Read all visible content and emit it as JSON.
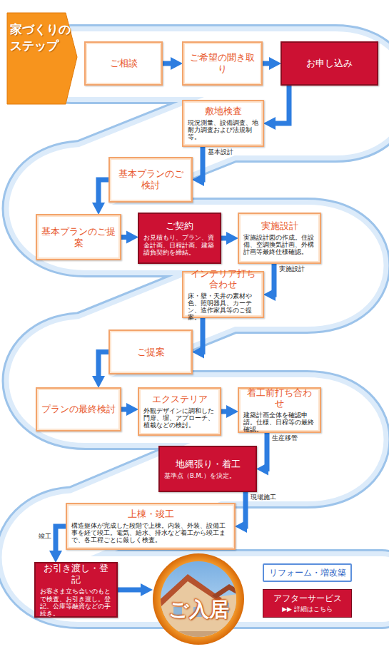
{
  "diagram": {
    "title": "家づくりの ステップ",
    "nodes": [
      {
        "text": [
          "ご相談"
        ]
      },
      {
        "text": [
          "ご希望の聞き取り"
        ]
      },
      {
        "text": [
          "お申し込み"
        ]
      },
      {
        "text": [
          "敷地検査",
          "現況測量、設備調査、地耐力調査および法規制等。"
        ]
      },
      {
        "text": [
          "基本プランのご検討"
        ]
      },
      {
        "text": [
          "基本プランのご提案"
        ]
      },
      {
        "text": [
          "ご契約",
          "お見積もり、プラン、資金計画、日程計画、建築請負契約を締結。"
        ]
      },
      {
        "text": [
          "実施設計",
          "実施設計図の作成。住設備、空調換気計画、外構計画等最終仕様確認。"
        ]
      },
      {
        "text": [
          "インテリア打ち合わせ",
          "床・壁・天井の素材や色、照明器具、カーテン、造作家具等のご提案。"
        ]
      },
      {
        "text": [
          "ご提案"
        ]
      },
      {
        "text": [
          "プランの最終検討"
        ]
      },
      {
        "text": [
          "エクステリア",
          "外観デザインに調和した門扉、塀、アプローチ、植栽などの検討。"
        ]
      },
      {
        "text": [
          "着工前打ち合わせ",
          "建築計画全体を確認申請。仕様、日程等の最終確認。"
        ]
      },
      {
        "text": [
          "地縄張り・着工",
          "基準点（B.M.）を決定。"
        ]
      },
      {
        "text": [
          "上棟・竣工",
          "構造躯体が完成した段階で上棟。内装、外装、設備工事を経て竣工。電気、給水、排水など着工から竣工まで、各工程ごとに厳しく検査。"
        ]
      },
      {
        "text": [
          "お引き渡し・登記",
          "お客さま立ち会いのもとで検査、お引き渡し。登記、公庫等融資などの手続き。"
        ]
      },
      {
        "text": [
          "ご入居"
        ]
      },
      {
        "text": [
          "リフォーム・増改築"
        ]
      },
      {
        "text": [
          "アフターサービス",
          "▶▶ 詳細はこちら"
        ]
      }
    ],
    "edges": [
      {
        "from": 0,
        "to": 1,
        "arrow": "to"
      },
      {
        "from": 1,
        "to": 2,
        "arrow": "to"
      },
      {
        "from": 2,
        "to": 3,
        "arrow": "to"
      },
      {
        "from": 3,
        "to": 4,
        "label": "基本設計",
        "arrow": "to"
      },
      {
        "from": 4,
        "to": 5,
        "arrow": "to"
      },
      {
        "from": 5,
        "to": 6,
        "arrow": "to"
      },
      {
        "from": 6,
        "to": 7,
        "arrow": "to"
      },
      {
        "from": 7,
        "to": 8,
        "label": "実施設計",
        "arrow": "to"
      },
      {
        "from": 8,
        "to": 9,
        "arrow": "to"
      },
      {
        "from": 9,
        "to": 10,
        "arrow": "to"
      },
      {
        "from": 10,
        "to": 11,
        "arrow": "to"
      },
      {
        "from": 11,
        "to": 12,
        "arrow": "to"
      },
      {
        "from": 12,
        "to": 13,
        "label": "生産移管",
        "arrow": "to"
      },
      {
        "from": 13,
        "to": 14,
        "label": "現場施工",
        "arrow": "to"
      },
      {
        "from": 14,
        "to": 15,
        "label": "竣工",
        "arrow": "to"
      },
      {
        "from": 15,
        "to": 16,
        "arrow": "to"
      }
    ]
  }
}
